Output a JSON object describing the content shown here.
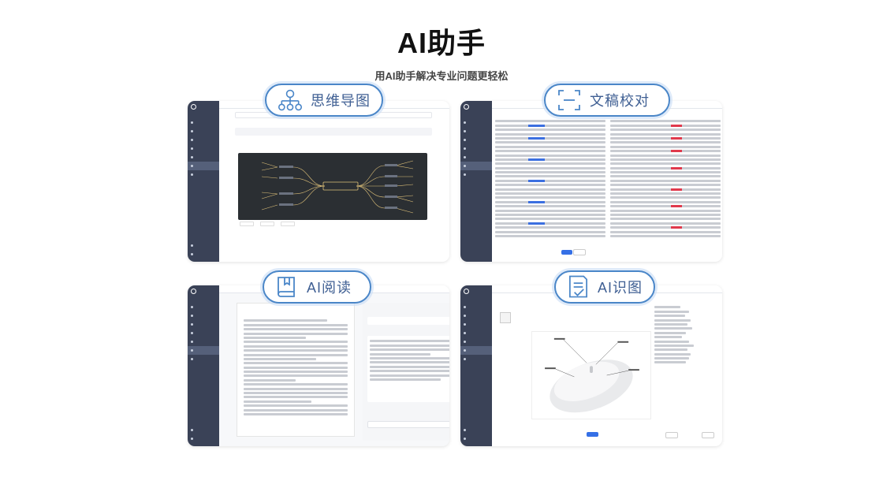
{
  "header": {
    "title": "AI助手",
    "subtitle": "用AI助手解决专业问题更轻松"
  },
  "cards": {
    "mindmap": {
      "badge": "思维导图"
    },
    "proofread": {
      "badge": "文稿校对"
    },
    "reading": {
      "badge": "AI阅读"
    },
    "ocr": {
      "badge": "AI识图"
    }
  },
  "colors": {
    "badge_border": "#4a86c8",
    "badge_text": "#3f5f93",
    "sidebar": "#3a4257",
    "accent_blue": "#3570e6",
    "mark_red": "#e0394c"
  }
}
